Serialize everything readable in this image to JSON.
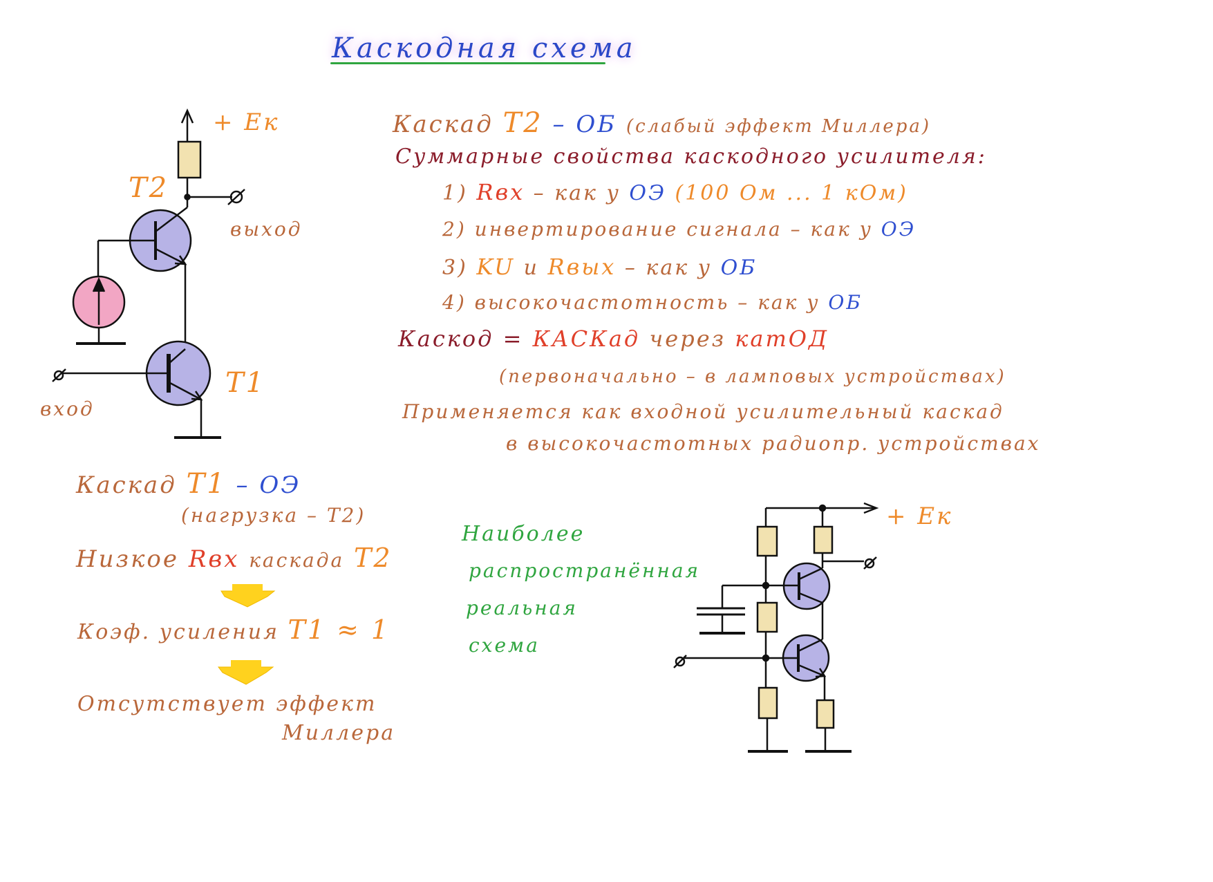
{
  "title": "Каскодная схема",
  "circuit1": {
    "supply": "+ Eк",
    "t2_label": "T2",
    "t1_label": "T1",
    "output_label": "выход",
    "input_label": "вход"
  },
  "right_notes": {
    "line1_a": "Каскад",
    "line1_b": "T2",
    "line1_c": "– ОБ",
    "line1_d": "(слабый эффект Миллера)",
    "summary_heading": "Суммарные свойства каскодного усилителя:",
    "item1_a": "1)",
    "item1_b": "Rвх",
    "item1_c": "– как у",
    "item1_d": "ОЭ",
    "item1_e": "(100 Ом ... 1 кОм)",
    "item2_a": "2)",
    "item2_b": "инвертирование сигнала – как у",
    "item2_c": "ОЭ",
    "item3_a": "3)",
    "item3_b": "KU",
    "item3_c": "и",
    "item3_d": "Rвых",
    "item3_e": "– как у",
    "item3_f": "ОБ",
    "item4_a": "4)",
    "item4_b": "высокочастотность – как у",
    "item4_c": "ОБ",
    "cascode_a": "Каскод =",
    "cascode_b": "КАСКад",
    "cascode_c": "через",
    "cascode_d": "катОД",
    "lamp_note": "(первоначально – в ламповых устройствах)",
    "apply_1": "Применяется как входной усилительный каскад",
    "apply_2": "в высокочастотных радиопр. устройствах"
  },
  "left_notes": {
    "k1_a": "Каскад",
    "k1_b": "T1",
    "k1_c": "– ОЭ",
    "load": "(нагрузка – T2)",
    "low_a": "Низкое",
    "low_b": "Rвх",
    "low_c": "каскада",
    "low_d": "T2",
    "gain_a": "Коэф. усиления",
    "gain_b": "T1 ≈ 1",
    "miller_1": "Отсутствует эффект",
    "miller_2": "Миллера"
  },
  "green_note": [
    "Наиболее",
    "распространённая",
    "реальная",
    "схема"
  ],
  "circuit2": {
    "supply": "+ Eк"
  },
  "colors": {
    "title": "#2b48c8",
    "brown": "#b9673a",
    "orange": "#ee8a2a",
    "blue": "#2f4fd0",
    "red": "#e0402a",
    "maroon": "#8a1c2a",
    "green": "#2fa53f",
    "transistor_fill": "#b7b3e6",
    "resistor_fill": "#f2e2b0",
    "source_fill": "#f2a6c4",
    "arrow_fill": "#ffd21e"
  }
}
